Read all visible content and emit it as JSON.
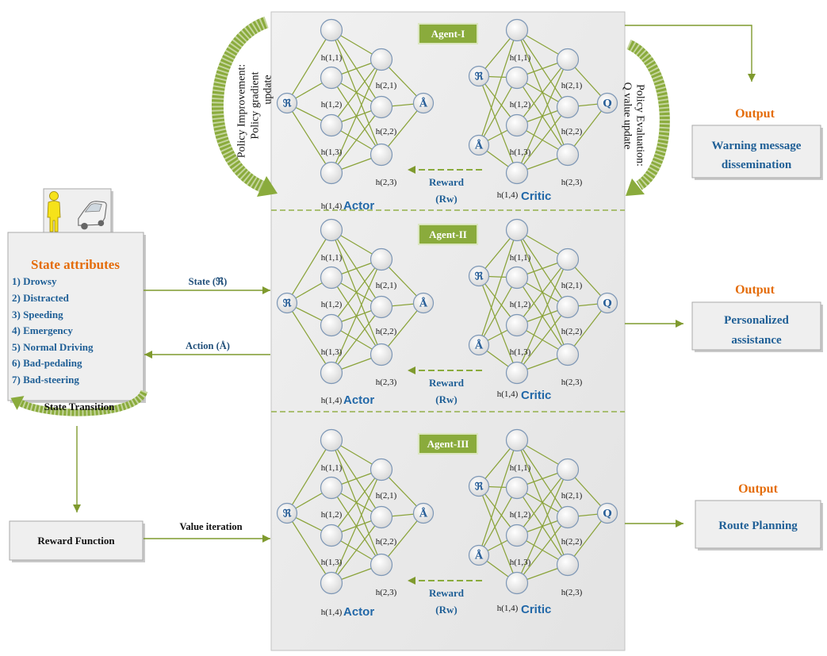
{
  "left_panel": {
    "icons": [
      "person-icon",
      "car-icon"
    ],
    "state_attributes": {
      "title": "State attributes",
      "items": [
        "1) Drowsy",
        "2) Distracted",
        "3) Speeding",
        "4) Emergency",
        "5) Normal Driving",
        "6) Bad-pedaling",
        "7) Bad-steering"
      ]
    },
    "state_transition": "State Transition",
    "reward_function": "Reward Function"
  },
  "flows": {
    "state": "State (ℜ)",
    "action": "Action (Å)",
    "value_iteration": "Value iteration"
  },
  "updates": {
    "policy_improvement": [
      "Policy Improvement:",
      "Policy gradient",
      "update"
    ],
    "policy_evaluation": [
      "Policy Evaluation:",
      "Q value update"
    ]
  },
  "agents": [
    {
      "name": "Agent-I"
    },
    {
      "name": "Agent-II"
    },
    {
      "name": "Agent-III"
    }
  ],
  "network": {
    "actor_input": "ℜ",
    "actor_output": "Å",
    "critic_inputs": [
      "ℜ",
      "Å"
    ],
    "critic_output": "Q",
    "hidden1_labels": [
      "h(1,1)",
      "h(1,2)",
      "h(1,3)",
      "h(1,4)"
    ],
    "hidden2_labels": [
      "h(2,1)",
      "h(2,2)",
      "h(2,3)"
    ],
    "actor_label": "Actor",
    "critic_label": "Critic",
    "reward_label": [
      "Reward",
      "(Rw)"
    ]
  },
  "outputs": [
    {
      "heading": "Output",
      "lines": [
        "Warning message",
        "dissemination"
      ]
    },
    {
      "heading": "Output",
      "lines": [
        "Personalized",
        "assistance"
      ]
    },
    {
      "heading": "Output",
      "lines": [
        "Route Planning"
      ]
    }
  ],
  "colors": {
    "accent_green": "#8aab3c",
    "label_blue": "#1f5f96",
    "heading_orange": "#e46c0a",
    "panel_gray": "#ebebeb"
  }
}
